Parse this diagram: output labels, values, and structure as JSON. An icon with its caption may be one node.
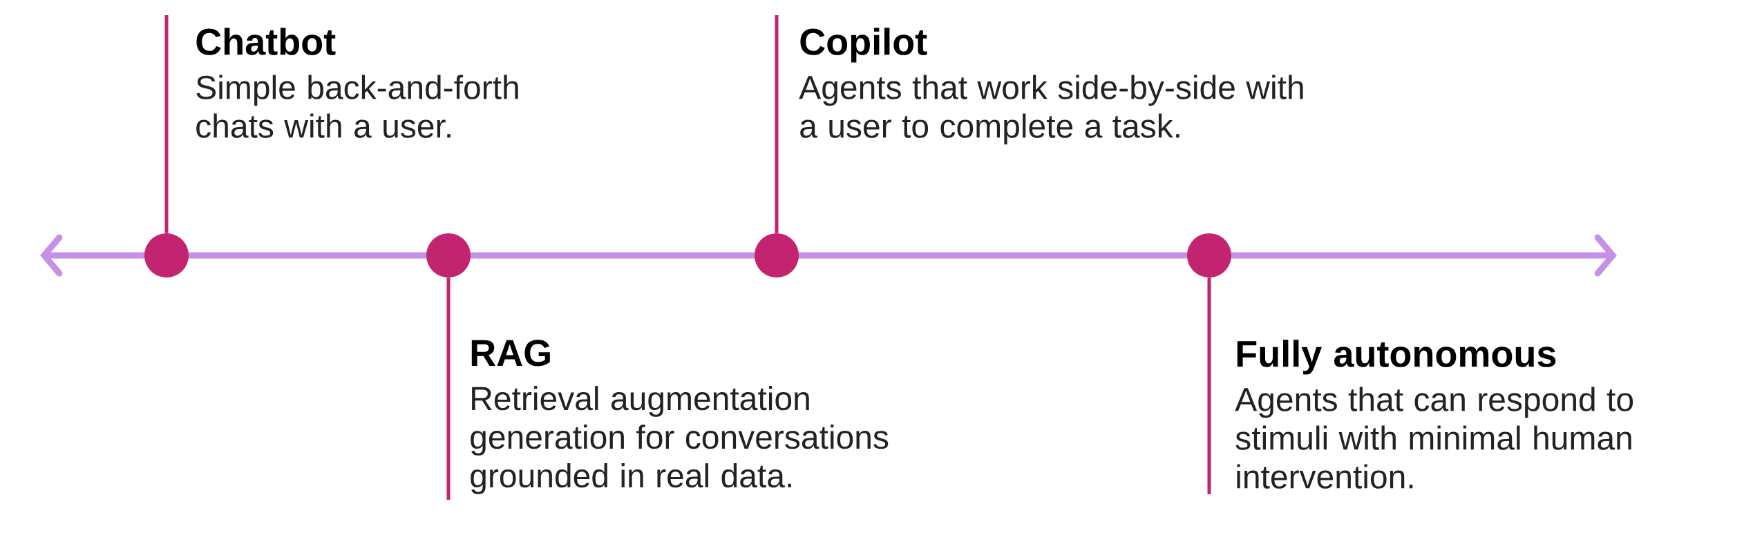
{
  "diagram": {
    "nodes": [
      {
        "text": [
          "Chatbot",
          "Simple back-and-forth chats with a user."
        ]
      },
      {
        "text": [
          "RAG",
          "Retrieval augmentation generation for conversations grounded in real data."
        ]
      },
      {
        "text": [
          "Copilot",
          "Agents that work side-by-side with a user to complete a task."
        ]
      },
      {
        "text": [
          "Fully autonomous",
          "Agents that can respond to stimuli with minimal human intervention."
        ]
      },
      {
        "text": [],
        "shape": "circle"
      },
      {
        "text": [],
        "shape": "circle"
      },
      {
        "text": [],
        "shape": "circle"
      },
      {
        "text": [],
        "shape": "circle"
      }
    ],
    "edges": [
      {
        "from": 0,
        "to": 4,
        "arrow": "none"
      },
      {
        "from": 1,
        "to": 5,
        "arrow": "none"
      },
      {
        "from": 2,
        "to": 6,
        "arrow": "none"
      },
      {
        "from": 3,
        "to": 7,
        "arrow": "none"
      }
    ]
  }
}
